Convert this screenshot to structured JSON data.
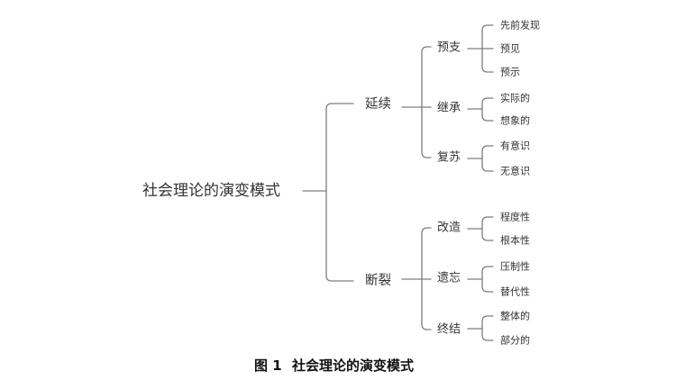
{
  "diagram": {
    "root": "社会理论的演变模式",
    "branches": [
      {
        "label": "延续",
        "children": [
          {
            "label": "预支",
            "leaves": [
              "先前发现",
              "预见",
              "预示"
            ]
          },
          {
            "label": "继承",
            "leaves": [
              "实际的",
              "想象的"
            ]
          },
          {
            "label": "复苏",
            "leaves": [
              "有意识",
              "无意识"
            ]
          }
        ]
      },
      {
        "label": "断裂",
        "children": [
          {
            "label": "改造",
            "leaves": [
              "程度性",
              "根本性"
            ]
          },
          {
            "label": "遗忘",
            "leaves": [
              "压制性",
              "替代性"
            ]
          },
          {
            "label": "终结",
            "leaves": [
              "整体的",
              "部分的"
            ]
          }
        ]
      }
    ]
  },
  "caption": {
    "figure_label": "图 1",
    "title": "社会理论的演变模式"
  },
  "colors": {
    "line": "#7d7d7d",
    "text": "#333333",
    "caption": "#111111",
    "background": "#ffffff"
  }
}
